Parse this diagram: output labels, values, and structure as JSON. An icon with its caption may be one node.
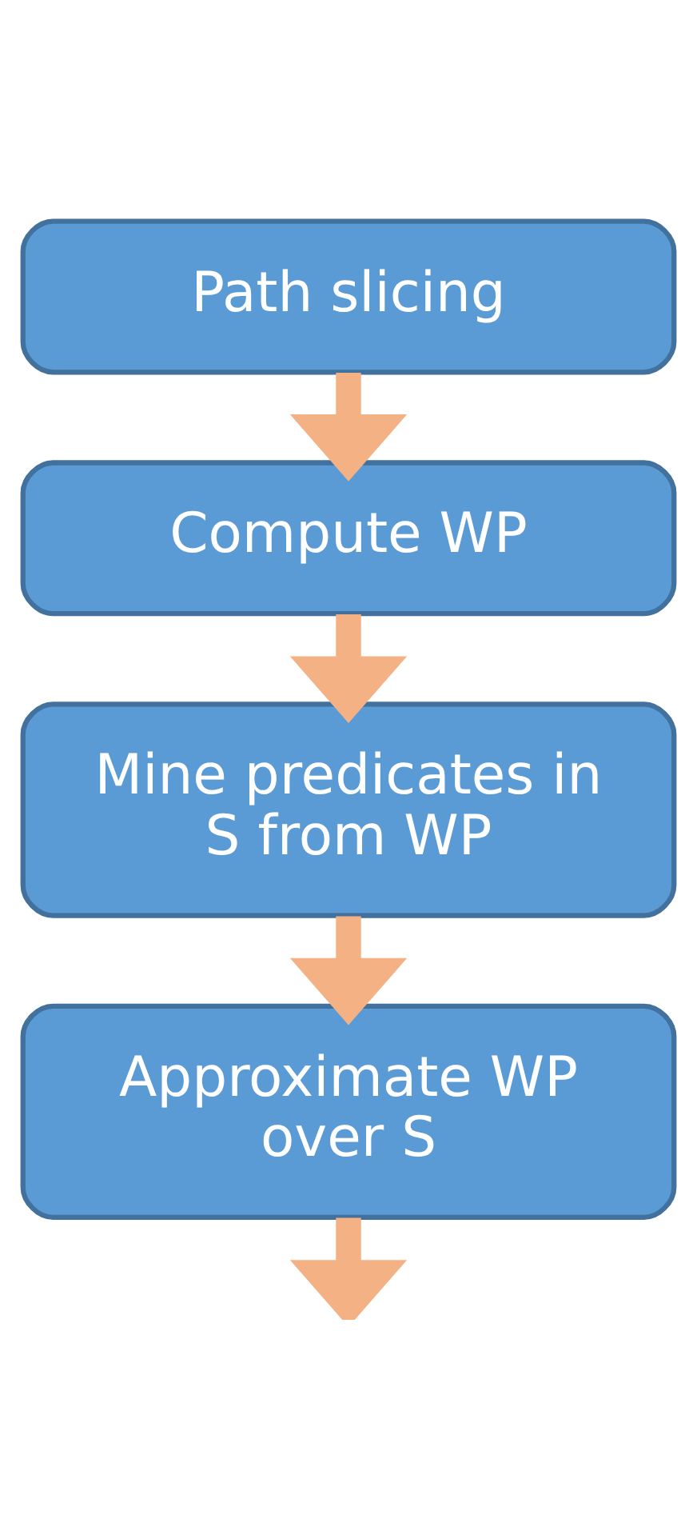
{
  "diagram": {
    "nodes": [
      {
        "text": [
          "Path slicing"
        ]
      },
      {
        "text": [
          "Compute WP"
        ]
      },
      {
        "text": [
          "Mine predicates in S from WP"
        ]
      },
      {
        "text": [
          "Approximate WP over S"
        ]
      }
    ],
    "edges": [
      {
        "from": 0,
        "to": 1,
        "arrow": "to"
      },
      {
        "from": 1,
        "to": 2,
        "arrow": "to"
      },
      {
        "from": 2,
        "to": 3,
        "arrow": "to"
      },
      {
        "from": 3,
        "to": null,
        "arrow": "to"
      }
    ]
  }
}
